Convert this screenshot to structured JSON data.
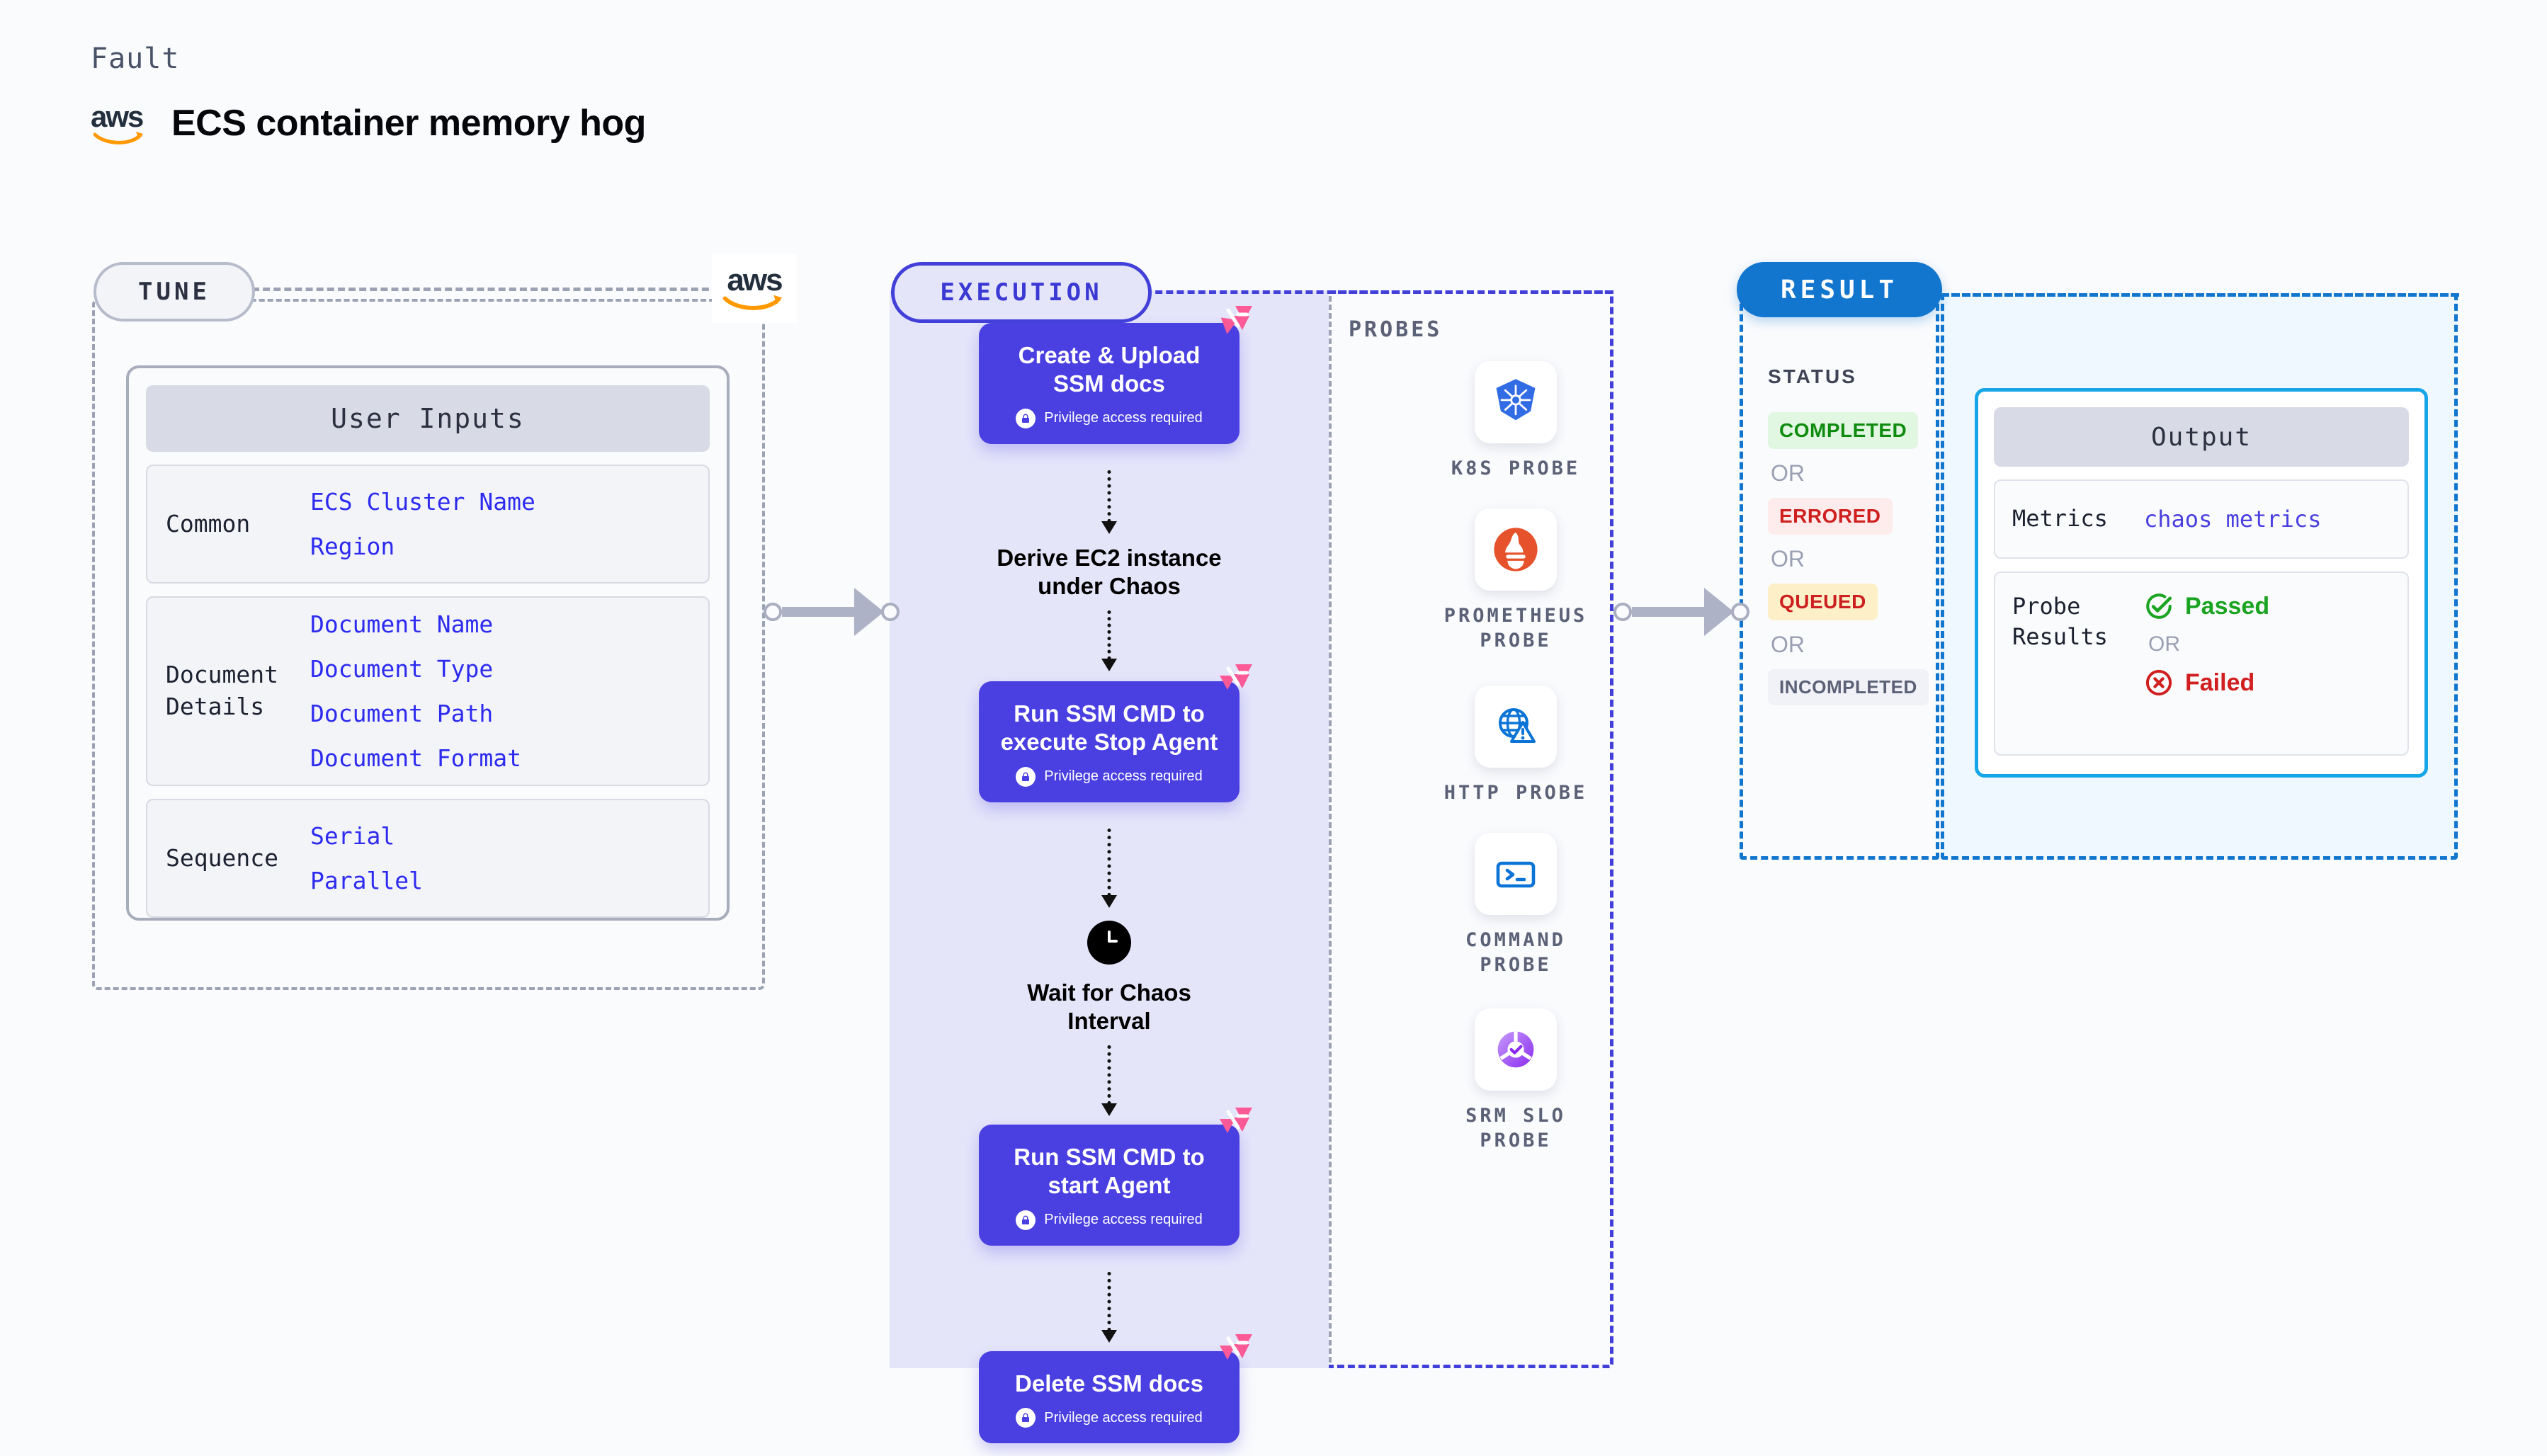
{
  "header": {
    "kicker": "Fault",
    "title": "ECS container memory hog",
    "brand": "aws",
    "brand_icon": "aws-logo"
  },
  "tune": {
    "tag": "TUNE",
    "brand_icon": "aws-logo",
    "card_title": "User Inputs",
    "groups": [
      {
        "label": "Common",
        "values": [
          "ECS Cluster Name",
          "Region"
        ]
      },
      {
        "label": "Document\nDetails",
        "values": [
          "Document Name",
          "Document Type",
          "Document Path",
          "Document Format"
        ]
      },
      {
        "label": "Sequence",
        "values": [
          "Serial",
          "Parallel"
        ]
      }
    ]
  },
  "execution": {
    "tag": "EXECUTION",
    "privilege_note": "Privilege access required",
    "steps": [
      {
        "kind": "node",
        "title": "Create & Upload SSM docs",
        "privileged": true,
        "badge_icon": "chaos-mark-icon"
      },
      {
        "kind": "text",
        "title": "Derive EC2 instance under Chaos"
      },
      {
        "kind": "node",
        "title": "Run SSM CMD to execute Stop Agent",
        "privileged": true,
        "badge_icon": "chaos-mark-icon"
      },
      {
        "kind": "wait",
        "title": "Wait for Chaos Interval",
        "icon": "clock-icon"
      },
      {
        "kind": "node",
        "title": "Run SSM CMD to start Agent",
        "privileged": true,
        "badge_icon": "chaos-mark-icon"
      },
      {
        "kind": "node",
        "title": "Delete SSM docs",
        "privileged": true,
        "badge_icon": "chaos-mark-icon"
      }
    ]
  },
  "probes": {
    "label": "PROBES",
    "items": [
      {
        "label": "K8S PROBE",
        "icon": "kubernetes-icon"
      },
      {
        "label": "PROMETHEUS PROBE",
        "icon": "prometheus-icon"
      },
      {
        "label": "HTTP PROBE",
        "icon": "http-globe-icon"
      },
      {
        "label": "COMMAND PROBE",
        "icon": "terminal-icon"
      },
      {
        "label": "SRM SLO PROBE",
        "icon": "srm-slo-icon"
      }
    ]
  },
  "result": {
    "tag": "RESULT",
    "status_label": "STATUS",
    "or_text": "OR",
    "statuses": [
      {
        "label": "COMPLETED",
        "bg": "#e2f7e2",
        "fg": "#0f8c10"
      },
      {
        "label": "ERRORED",
        "bg": "#fdeceb",
        "fg": "#cf2020"
      },
      {
        "label": "QUEUED",
        "bg": "#fdf0c8",
        "fg": "#cc2020"
      },
      {
        "label": "INCOMPLETED",
        "bg": "#f1f2f7",
        "fg": "#5b6176"
      }
    ]
  },
  "output": {
    "card_title": "Output",
    "metrics_label": "Metrics",
    "metrics_value": "chaos metrics",
    "probe_results_label": "Probe\nResults",
    "passed_label": "Passed",
    "failed_label": "Failed",
    "or_text": "OR",
    "passed_icon": "check-circle-icon",
    "failed_icon": "x-circle-icon"
  },
  "colors": {
    "accent_indigo": "#4a3fe0",
    "accent_blue": "#1276cf",
    "chaos_pink": "#fb5a96",
    "aws_orange": "#ff9900",
    "pass_green": "#1aa421",
    "fail_red": "#d11f1f"
  }
}
